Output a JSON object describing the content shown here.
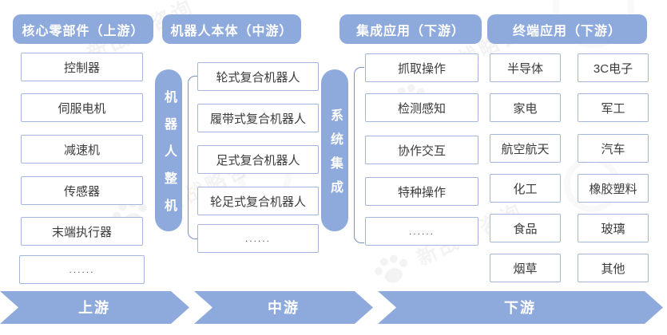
{
  "columns": [
    {
      "header": "核心零部件（上游）",
      "items": [
        "控制器",
        "伺服电机",
        "减速机",
        "传感器",
        "末端执行器",
        "......"
      ]
    },
    {
      "header": "机器人本体（中游）",
      "items": [
        "轮式复合机器人",
        "履带式复合机器人",
        "足式复合机器人",
        "轮足式复合机器人",
        "......"
      ]
    },
    {
      "header": "集成应用（下游）",
      "items": [
        "抓取操作",
        "检测感知",
        "协作交互",
        "特种操作",
        "......"
      ]
    },
    {
      "header": "终端应用（下游）",
      "items_left": [
        "半导体",
        "家电",
        "航空航天",
        "化工",
        "食品",
        "烟草"
      ],
      "items_right": [
        "3C电子",
        "军工",
        "汽车",
        "橡胶塑料",
        "玻璃",
        "其他"
      ]
    }
  ],
  "vertical_bars": [
    {
      "label": "机器人整机"
    },
    {
      "label": "系统集成"
    }
  ],
  "bottom_arrows": [
    {
      "label": "上游"
    },
    {
      "label": "中游"
    },
    {
      "label": "下游"
    }
  ],
  "watermark": {
    "text": "新战略咨询"
  },
  "colors": {
    "primary_blue": "#8ea9db",
    "box_border": "#a3b7da",
    "bracket": "#7b93c0",
    "text_dark": "#3b3b3b",
    "arrow_text": "#ffffff"
  }
}
